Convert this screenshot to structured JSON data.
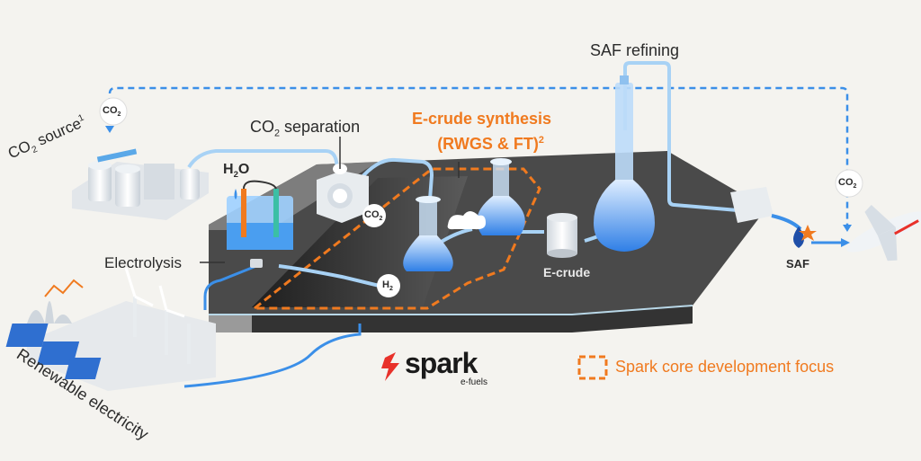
{
  "labels": {
    "co2_source": "CO",
    "co2_source_sub": "2",
    "co2_source_rest": " source",
    "co2_source_sup": "1",
    "co2_separation": "CO",
    "co2_separation_sub": "2",
    "co2_separation_rest": " separation",
    "ecrude_synthesis_line1": "E-crude synthesis",
    "ecrude_synthesis_line2": "(RWGS & FT)",
    "ecrude_synthesis_sup": "2",
    "saf_refining": "SAF refining",
    "electrolysis": "Electrolysis",
    "h2o": "H",
    "h2o_sub": "2",
    "h2o_rest": "O",
    "ecrude": "E-crude",
    "saf": "SAF",
    "renewable_electricity": "Renewable electricity",
    "legend_focus": "Spark core development focus"
  },
  "badges": {
    "co2_top_left": "CO",
    "co2_top_left_sub": "2",
    "co2_top_right": "CO",
    "co2_top_right_sub": "2",
    "co2_tank": "CO",
    "co2_tank_sub": "2",
    "h2_bubble": "H",
    "h2_bubble_sub": "2"
  },
  "brand": {
    "name": "spark",
    "tagline": "e-fuels",
    "accent": "#f07a1f",
    "flow_blue": "#3b8fe8",
    "logo_red": "#e8312a"
  }
}
